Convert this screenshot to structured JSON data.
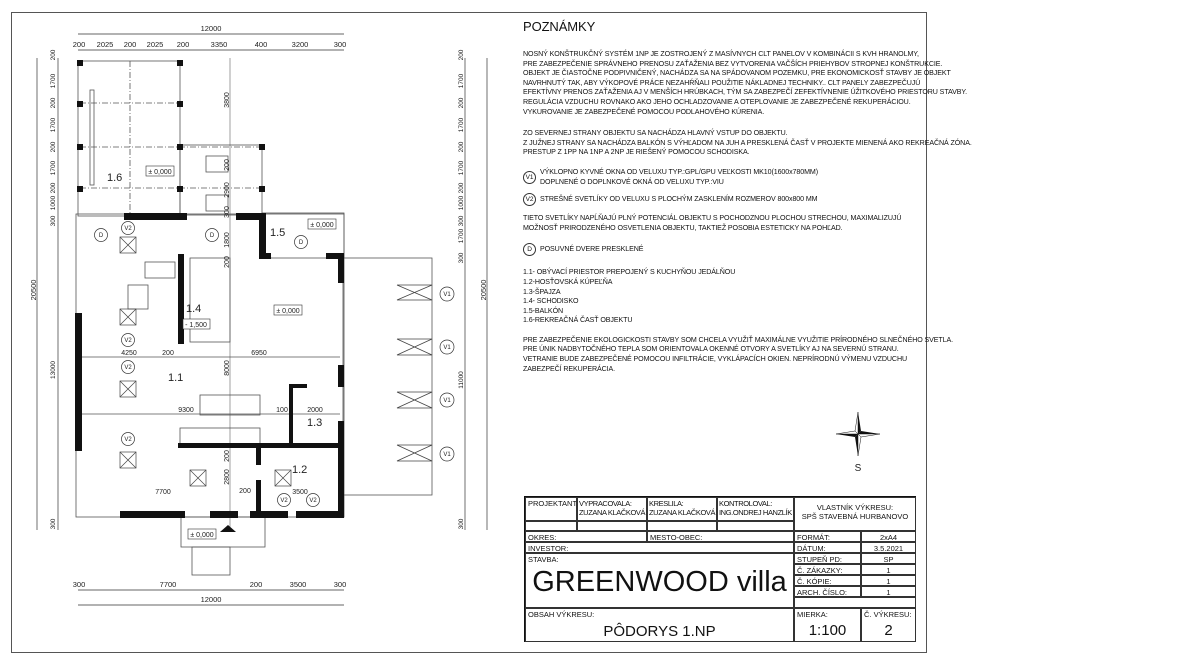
{
  "notes": {
    "title": "POZNÁMKY",
    "para1": [
      "NOSNÝ KONŠTRUKČNÝ SYSTÉM 1NP JE ZOSTROJENÝ Z MASÍVNYCH CLT PANELOV V KOMBINÁCII S KVH HRANOLMY,",
      "PRE ZABEZPEČENIE SPRÁVNEHO PRENOSU ZAŤAŽENIA BEZ VYTVORENIA VAČŠÍCH PRIEHYBOV STROPNEJ KONŠTRUKCIE.",
      "OBJEKT JE ČIASTOČNE PODPIVNIČENÝ, NACHÁDZA SA NA SPÁDOVANOM POZEMKU, PRE EKONOMICKOSŤ STAVBY JE OBJEKT",
      "NAVRHNUTÝ TAK, ABY VÝKOPOVÉ PRÁCE NEZAHŔŇALI POUŽITIE NÁKLADNEJ TECHNIKY.. CLT PANELY ZABEZPEČUJÚ",
      "EFEKTÍVNY PRENOS ZAŤAŽENIA AJ V MENŠÍCH HRÚBKACH, TÝM SA ZABEZPEČÍ ZEFEKTÍVNENIE ÚŽITKOVÉHO PRIESTORU STAVBY.",
      "REGULÁCIA VZDUCHU ROVNAKO AKO JEHO OCHLADZOVANIE A OTEPLOVANIE JE ZABEZPEČENÉ REKUPERÁCIOU.",
      "VYKUROVANIE JE ZABEZPEČENÉ POMOCOU PODLAHOVÉHO KÚRENIA."
    ],
    "para2": [
      "ZO SEVERNEJ STRANY OBJEKTU SA NACHÁDZA HLAVNÝ VSTUP DO OBJEKTU.",
      "Z JUŽNEJ STRANY SA NACHÁDZA BALKÓN S VÝHĽADOM NA JUH A PRESKLENÁ ČASŤ V PROJEKTE MIENENÁ AKO REKREAČNÁ ZÓNA.",
      "PRESTUP Z 1PP NA 1NP A 2NP JE RIEŠENÝ POMOCOU SCHODISKA."
    ],
    "v1_tag": "V1",
    "v1_text": [
      "VÝKLOPNO KYVNÉ OKNA OD VELUXU TYP.:GPL/GPU VEĽKOSTI MK10(1600x780MM)",
      "DOPLNENÉ O DOPLNKOVÉ OKNÁ OD VELUXU TYP.:VIU"
    ],
    "v2_tag": "V2",
    "v2_text": "STREŠNÉ SVETLÍKY OD VELUXU S PLOCHÝM ZASKLENÍM ROZMEROV 800x800 MM",
    "para3": [
      "TIETO SVETLÍKY NAPĹŇAJÚ PLNÝ POTENCIÁL OBJEKTU S POCHODZNOU PLOCHOU STRECHOU, MAXIMALIZUJÚ",
      "MOŽNOSŤ PRIRODZENÉHO OSVETLENIA OBJEKTU, TAKTIEŽ POSOBIA ESTETICKY NA POHĽAD."
    ],
    "d_tag": "D",
    "d_text": "POSUVNÉ DVERE PRESKLENÉ",
    "rooms": [
      "1.1- OBÝVACÍ PRIESTOR PREPOJENÝ S KUCHYŇOU JEDÁLŇOU",
      "1.2-HOSŤOVSKÁ KÚPEĽŇA",
      "1.3-ŠPAJZA",
      "1.4- SCHODISKO",
      "1.5-BALKÓN",
      "1.6-REKREAČNÁ ČASŤ OBJEKTU"
    ],
    "para4": [
      "PRE ZABEZPEČENIE EKOLOGICKOSTI STAVBY SOM CHCELA VYUŽIŤ MAXIMÁLNE VYUŽITIE PRÍRODNÉHO SLNEČNÉHO SVETLA.",
      "PRE ÚNIK NADBYTOČNÉHO TEPLA SOM ORIENTOVALA OKENNÉ OTVORY A SVETLÍKY AJ NA SEVERNÚ STRANU.",
      "VETRANIE BUDE ZABEZPEČENÉ POMOCOU INFILTRÁCIE, VYKLÁPACÍCH OKIEN. NEPRÍRODNÚ VÝMENU VZDUCHU",
      "ZABEZPEČÍ REKUPERÁCIA."
    ]
  },
  "compass": {
    "label": "S"
  },
  "plan": {
    "top_total": "12000",
    "top_chain": [
      "200",
      "2025",
      "200",
      "2025",
      "200",
      "3350",
      "400",
      "3200",
      "300"
    ],
    "bottom_chain": [
      "300",
      "7700",
      "200",
      "3500",
      "300"
    ],
    "bottom_total": "12000",
    "left_chain": [
      "200",
      "1700",
      "200",
      "1700",
      "200",
      "1700",
      "200",
      "1000",
      "300",
      "13000",
      "300"
    ],
    "left_total": "20500",
    "right_chain": [
      "200",
      "1700",
      "200",
      "1700",
      "200",
      "1700",
      "200",
      "1000",
      "300",
      "1700",
      "300",
      "11000",
      "300"
    ],
    "right_total": "20500",
    "rooms": {
      "r11": "1.1",
      "r12": "1.2",
      "r13": "1.3",
      "r14": "1.4",
      "r15": "1.5",
      "r16": "1.6"
    },
    "levels": {
      "zero": "± 0,000",
      "stair": "- 1,500"
    },
    "inner_dims": {
      "d3800": "3800",
      "d200a": "200",
      "d2900": "2900",
      "d300": "300",
      "d1800": "1800",
      "d200b": "200",
      "d4250": "4250",
      "d200c": "200",
      "d6950": "6950",
      "d8000": "8000",
      "d9300": "9300",
      "d100": "100",
      "d2000": "2000",
      "d200d": "200",
      "d2800": "2800",
      "d7700": "7700",
      "d200e": "200",
      "d3500": "3500"
    },
    "tags": {
      "v1": "V1",
      "v2": "V2",
      "d": "D"
    }
  },
  "title_block": {
    "projektant_label": "PROJEKTANT:",
    "vypracovala_label": "VYPRACOVALA:",
    "vypracovala": "ZUZANA KLAČKOVÁ",
    "kreslila_label": "KRESLILA:",
    "kreslila": "ZUZANA KLAČKOVÁ",
    "kontroloval_label": "KONTROLOVAL:",
    "kontroloval": "ING.ONDREJ HANZLÍK",
    "vlastnik_label": "VLASTNÍK VÝKRESU:",
    "vlastnik": "SPŠ STAVEBNÁ HURBANOVO",
    "okres_label": "OKRES:",
    "mesto_label": "MESTO-OBEC:",
    "investor_label": "INVESTOR:",
    "stavba_label": "STAVBA:",
    "stavba": "GREENWOOD villa",
    "obsah_label": "OBSAH VÝKRESU:",
    "obsah": "PÔDORYS 1.NP",
    "fields": [
      {
        "label": "FORMÁT:",
        "value": "2xA4"
      },
      {
        "label": "DÁTUM:",
        "value": "3.5.2021"
      },
      {
        "label": "STUPEŇ PD:",
        "value": "SP"
      },
      {
        "label": "Č. ZÁKAZKY:",
        "value": "1"
      },
      {
        "label": "Č. KÓPIE:",
        "value": "1"
      },
      {
        "label": "ARCH. ČÍSLO:",
        "value": "1"
      }
    ],
    "mierka_label": "MIERKA:",
    "mierka": "1:100",
    "cislo_label": "Č. VÝKRESU:",
    "cislo": "2"
  }
}
